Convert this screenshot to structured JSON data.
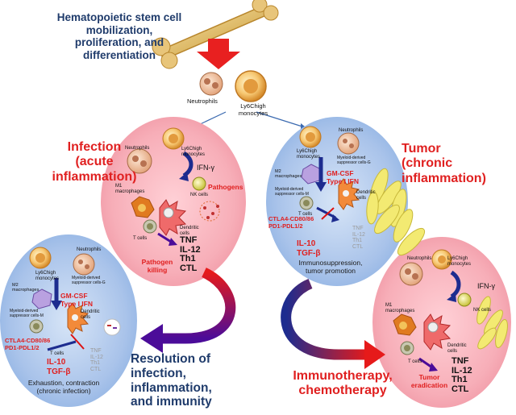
{
  "top": {
    "title_lines": [
      "Hematopoietic stem cell",
      "mobilization,",
      "proliferation, and",
      "differentiation"
    ],
    "neutrophils": "Neutrophils",
    "monocytes_line1": "Ly6Chigh",
    "monocytes_line2": "monocytes"
  },
  "infection": {
    "title_lines": [
      "Infection",
      "(acute",
      "inflammation)"
    ],
    "neutrophils": "Neutrophils",
    "monocytes": [
      "Ly6Chigh",
      "monocytes"
    ],
    "ifn": "IFN-γ",
    "m1": [
      "M1",
      "macrophages"
    ],
    "nk": "NK cells",
    "pathogens": "Pathogens",
    "dendritic": [
      "Dendritic",
      "cells"
    ],
    "tcells": "T cells",
    "cytokines": [
      "TNF",
      "IL-12",
      "Th1",
      "CTL"
    ],
    "killing": [
      "Pathogen",
      "killing"
    ]
  },
  "tumor": {
    "title_lines": [
      "Tumor",
      "(chronic",
      "inflammation)"
    ],
    "neutrophils": "Neutrophils",
    "monocytes": [
      "Ly6Chigh",
      "monocytes"
    ],
    "mdsc_g": [
      "Myeloid-derived",
      "suppressor cells-G"
    ],
    "m2": [
      "M2",
      "macrophages"
    ],
    "gm": [
      "GM-CSF",
      "Type I IFN"
    ],
    "dendritic": [
      "Dendritic",
      "cells"
    ],
    "mdsc_m": [
      "Myeloid-derived",
      "suppressor cells-M"
    ],
    "checkpoints": [
      "CTLA4-CD80/86",
      "PD1-PDL1/2"
    ],
    "tcells": "T cells",
    "il10": [
      "IL-10",
      "TGF-β"
    ],
    "grey": [
      "TNF",
      "IL-12",
      "Th1",
      "CTL"
    ],
    "footer": [
      "Immunosuppression,",
      "tumor promotion"
    ]
  },
  "chronic": {
    "neutrophils": "Neutrophils",
    "monocytes": [
      "Ly6Chigh",
      "monocytes"
    ],
    "mdsc_g": [
      "Myeloid-derived",
      "suppressor cells-G"
    ],
    "m2": [
      "M2",
      "macrophages"
    ],
    "gm": [
      "GM-CSF",
      "Type I IFN"
    ],
    "dendritic": [
      "Dendritic",
      "cells"
    ],
    "mdsc_m": [
      "Myeloid-derived",
      "suppressor cells-M"
    ],
    "checkpoints": [
      "CTLA4-CD80/86",
      "PD1-PDL1/2"
    ],
    "tcells": "T cells",
    "il10": [
      "IL-10",
      "TGF-β"
    ],
    "grey": [
      "TNF",
      "IL-12",
      "Th1",
      "CTL"
    ],
    "footer": [
      "Exhaustion, contraction",
      "(chronic infection)"
    ]
  },
  "therapy_cell": {
    "neutrophils": "Neutrophils",
    "monocytes": [
      "Ly6Chigh",
      "monocytes"
    ],
    "ifn": "IFN-γ",
    "m1": [
      "M1",
      "macrophages"
    ],
    "nk": "NK cells",
    "dendritic": [
      "Dendritic",
      "cells"
    ],
    "tcells": "T cells",
    "cytokines": [
      "TNF",
      "IL-12",
      "Th1",
      "CTL"
    ],
    "eradication": [
      "Tumor",
      "eradication"
    ]
  },
  "resolution": [
    "Resolution of",
    "infection,",
    "inflammation,",
    "and immunity"
  ],
  "therapy": [
    "Immunotherapy,",
    "chemotherapy"
  ]
}
